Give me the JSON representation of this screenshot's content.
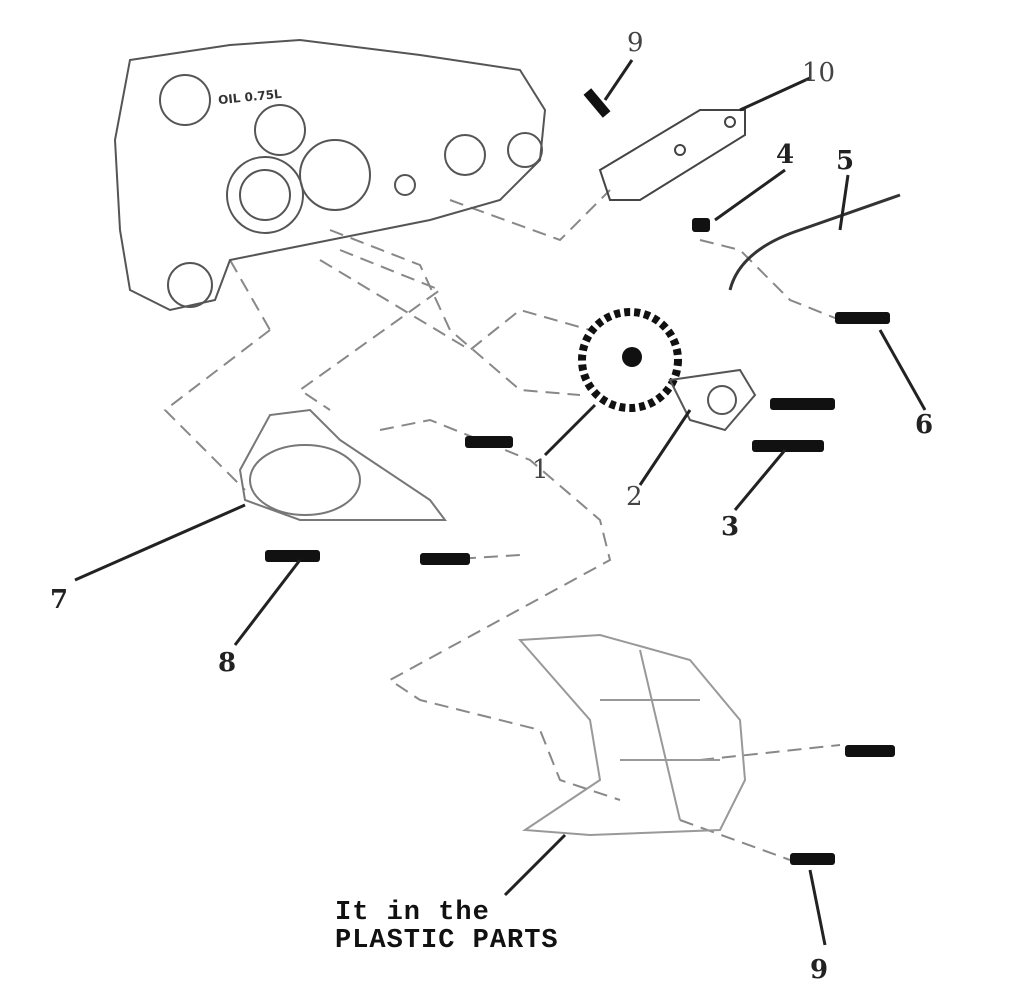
{
  "diagram": {
    "case_marking": "OIL 0.75L",
    "callouts": [
      {
        "id": "c9a",
        "label": "9"
      },
      {
        "id": "c10",
        "label": "10"
      },
      {
        "id": "c4",
        "label": "4"
      },
      {
        "id": "c5",
        "label": "5"
      },
      {
        "id": "c6",
        "label": "6"
      },
      {
        "id": "c1",
        "label": "1"
      },
      {
        "id": "c2",
        "label": "2"
      },
      {
        "id": "c3",
        "label": "3"
      },
      {
        "id": "c7",
        "label": "7"
      },
      {
        "id": "c8",
        "label": "8"
      },
      {
        "id": "c9b",
        "label": "9"
      }
    ],
    "note_line1": "It in the",
    "note_line2": "PLASTIC PARTS"
  }
}
